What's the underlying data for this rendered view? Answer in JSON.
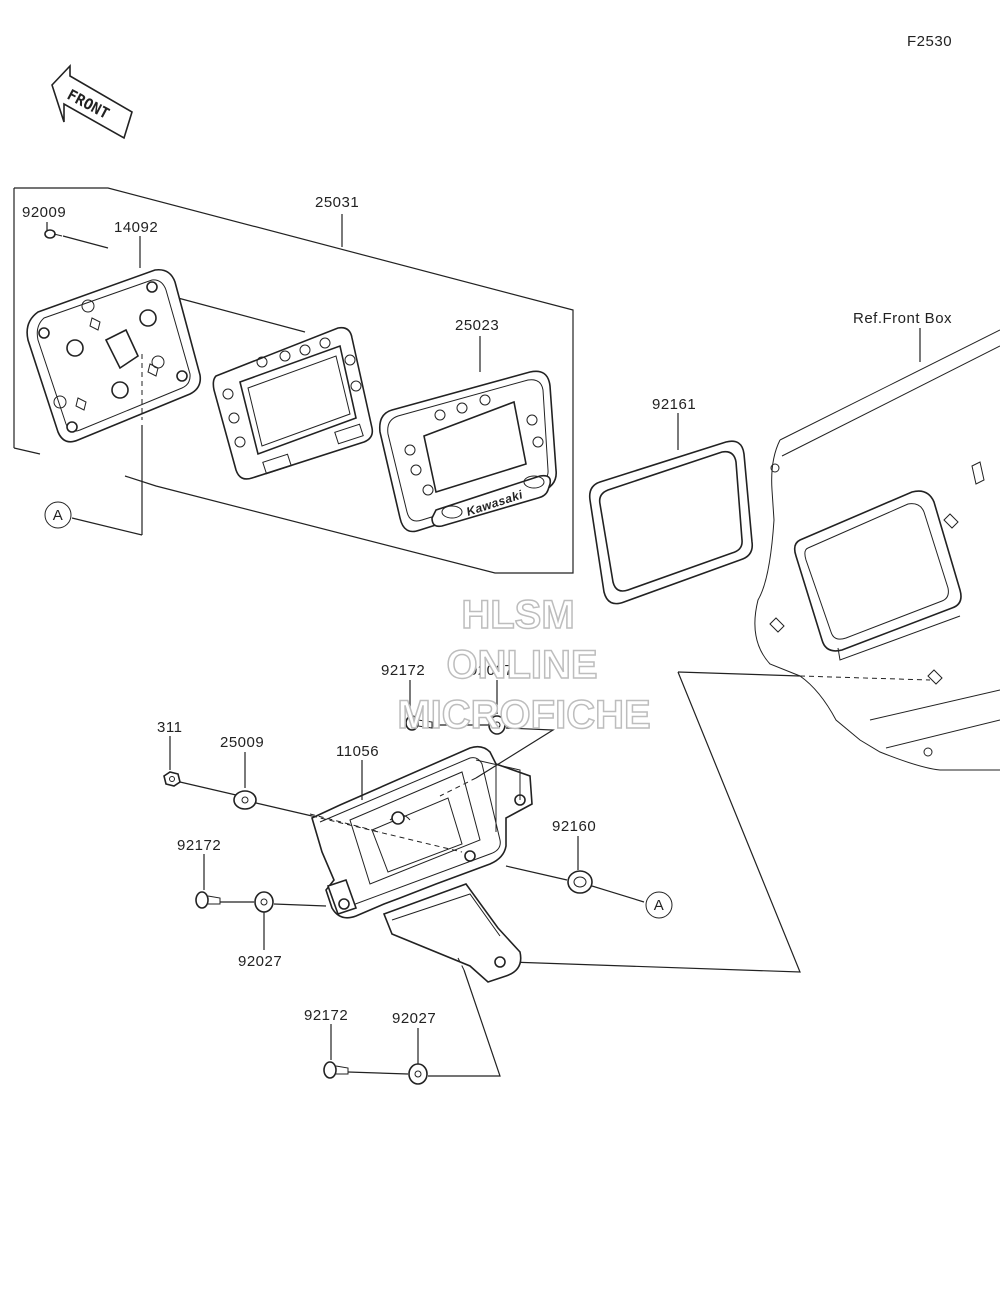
{
  "diagram_id": "F2530",
  "front_arrow_label": "FRONT",
  "reference_label": "Ref.Front Box",
  "callouts": {
    "a_top": "A",
    "a_bottom": "A"
  },
  "parts": {
    "p92009": "92009",
    "p14092": "14092",
    "p25031": "25031",
    "p25023": "25023",
    "p92161": "92161",
    "p92172_top": "92172",
    "p92027_top": "92027",
    "p311": "311",
    "p25009": "25009",
    "p11056": "11056",
    "p92160": "92160",
    "p92172_left": "92172",
    "p92027_left": "92027",
    "p92172_bottom": "92172",
    "p92027_bottom": "92027"
  },
  "meter_brand": "Kawasaki",
  "watermark": {
    "line1": "HLSM",
    "line2": "ONLINE",
    "line3": "MICROFICHE"
  }
}
